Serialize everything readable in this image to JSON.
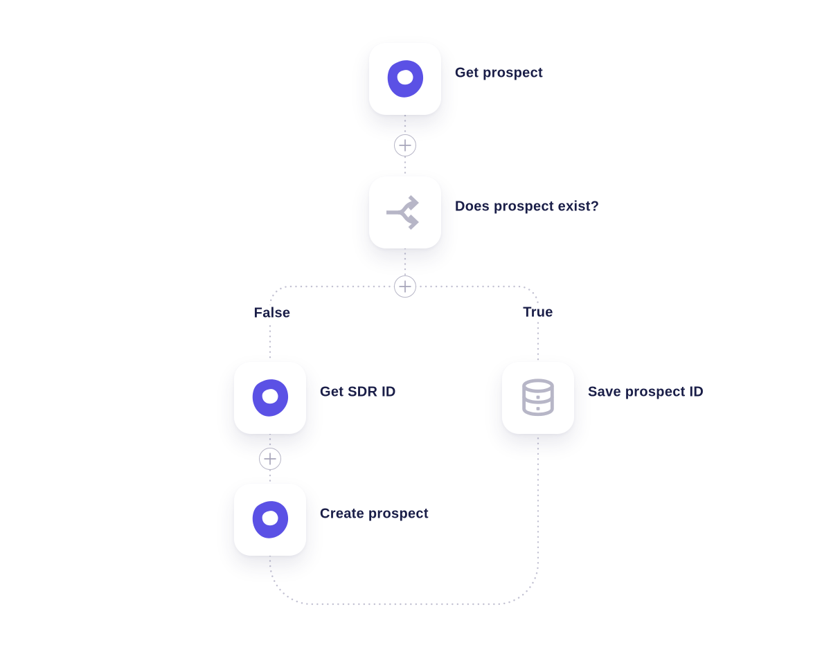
{
  "theme": {
    "background": "#ffffff",
    "text_color": "#191d47",
    "accent_purple": "#5b51e5",
    "icon_gray": "#b7b6c7",
    "connector_gray": "#c2c1d2"
  },
  "workflow": {
    "nodes": [
      {
        "id": "get-prospect",
        "label": "Get prospect",
        "icon": "outreach-logo-icon"
      },
      {
        "id": "does-prospect-exist",
        "label": "Does prospect exist?",
        "icon": "branch-split-icon"
      },
      {
        "id": "get-sdr-id",
        "label": "Get SDR ID",
        "icon": "outreach-logo-icon"
      },
      {
        "id": "save-prospect-id",
        "label": "Save prospect ID",
        "icon": "database-icon"
      },
      {
        "id": "create-prospect",
        "label": "Create prospect",
        "icon": "outreach-logo-icon"
      }
    ],
    "branch_labels": {
      "false": "False",
      "true": "True"
    },
    "add_step_button": {
      "icon": "plus-icon"
    }
  }
}
